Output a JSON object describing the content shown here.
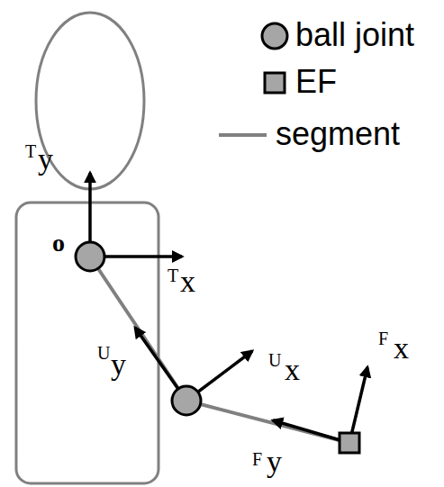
{
  "diagram": {
    "labels": [
      "o",
      "T",
      "y",
      "T",
      "x",
      "U",
      "y",
      "U",
      "x",
      "F",
      "x",
      "F",
      "y"
    ],
    "legend": [
      {
        "text": "ball joint"
      },
      {
        "text": "EF"
      },
      {
        "text": "segment"
      }
    ]
  }
}
